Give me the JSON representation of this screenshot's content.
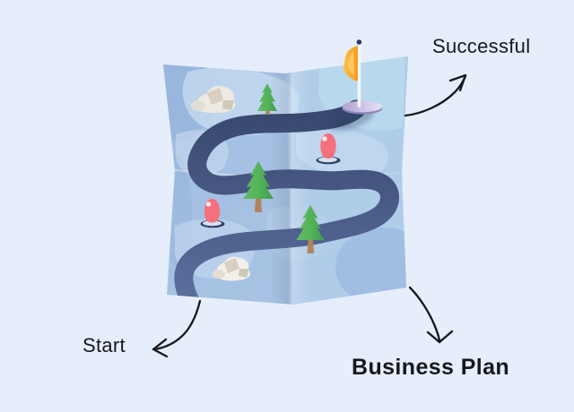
{
  "illustration_title": "Business plan roadmap: folded map from Start to Successful",
  "labels": {
    "start": "Start",
    "successful": "Successful",
    "business_plan": "Business Plan"
  },
  "icons": {
    "map": "folded-map-icon",
    "route": "winding-road-icon",
    "pin": "location-pin-icon",
    "tree": "pine-tree-icon",
    "rocks": "rocks-icon",
    "flag": "goal-flag-icon",
    "arrow": "hand-drawn-arrow-icon"
  },
  "counts": {
    "pins": 2,
    "trees": 3,
    "rock_clusters": 2,
    "flags": 1,
    "arrows": 3
  },
  "colors": {
    "background": "#e6eefb",
    "map_base": "#a6c1e2",
    "map_light_patch": "#c6dbf1",
    "road_dark": "#36466d",
    "road_light": "#5c709d",
    "pin": "#f4707d",
    "pin_base_dark": "#2f4066",
    "flag_orange": "#f7a52f",
    "flag_yellow": "#fdc14b",
    "pole_white": "#f5f5fa",
    "platform_lavender": "#c9bfe6",
    "tree_green_light": "#5cb860",
    "tree_green_dark": "#3f9d4e",
    "trunk_brown": "#b2835c",
    "rock_white": "#efece4",
    "rock_beige": "#d8cfc0",
    "arrow_ink": "#17181c",
    "text_ink": "#17181c"
  }
}
